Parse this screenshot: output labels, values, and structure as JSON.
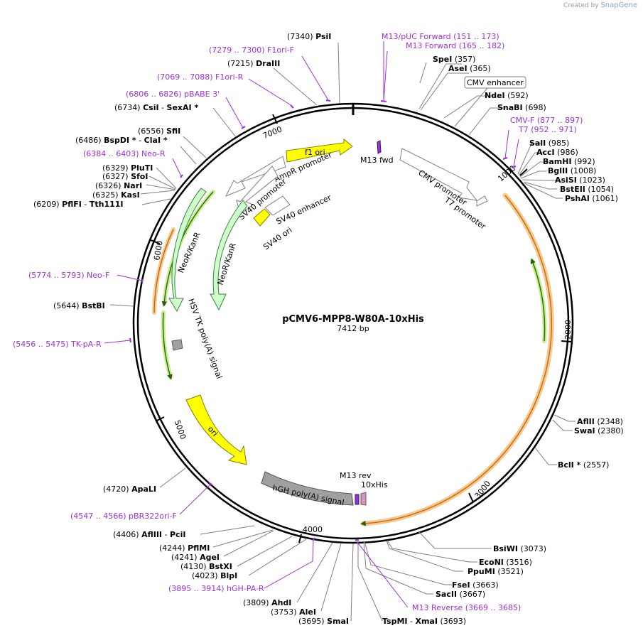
{
  "credit": {
    "prefix": "Created by",
    "brand": "SnapGene"
  },
  "plasmid": {
    "name": "pCMV6-MPP8-W80A-10xHis",
    "length_label": "7412 bp",
    "length": 7412
  },
  "colors": {
    "backbone": "#000000",
    "primer": "#9d2fdb",
    "feature_outline": "#808080",
    "yellow": "#ffff00",
    "green": "#ccffcc",
    "grey": "#a0a0a0",
    "orf_glow": "#f8c98a",
    "orf_line": "#d08020",
    "green_orf": "#80d060",
    "purple_box": "#8a3cc8",
    "pink_box": "#c89ab8"
  },
  "ticks": [
    "1000",
    "2000",
    "3000",
    "4000",
    "5000",
    "6000",
    "7000"
  ],
  "sites": [
    {
      "name": "PsiI",
      "pos": "(7340)",
      "side": "left"
    },
    {
      "name": "DraIII",
      "pos": "(7215)",
      "side": "left"
    },
    {
      "name": "CsiI",
      "extra": "SexAI *",
      "pos": "(6734)",
      "side": "left"
    },
    {
      "name": "SfiI",
      "pos": "(6556)",
      "side": "left"
    },
    {
      "name": "BspDI *",
      "extra": "ClaI *",
      "pos": "(6486)",
      "side": "left"
    },
    {
      "name": "PluTI",
      "pos": "(6329)",
      "side": "left"
    },
    {
      "name": "SfoI",
      "pos": "(6327)",
      "side": "left"
    },
    {
      "name": "NarI",
      "pos": "(6326)",
      "side": "left"
    },
    {
      "name": "KasI",
      "pos": "(6325)",
      "side": "left"
    },
    {
      "name": "PflFI",
      "extra": "Tth111I",
      "pos": "(6209)",
      "side": "left"
    },
    {
      "name": "BstBI",
      "pos": "(5644)",
      "side": "left"
    },
    {
      "name": "ApaLI",
      "pos": "(4720)",
      "side": "left"
    },
    {
      "name": "AflIII",
      "extra": "PciI",
      "pos": "(4406)",
      "side": "left"
    },
    {
      "name": "PflMI",
      "pos": "(4244)",
      "side": "left"
    },
    {
      "name": "AgeI",
      "pos": "(4241)",
      "side": "left"
    },
    {
      "name": "BstXI",
      "pos": "(4130)",
      "side": "left"
    },
    {
      "name": "BlpI",
      "pos": "(4023)",
      "side": "left"
    },
    {
      "name": "AhdI",
      "pos": "(3809)",
      "side": "left"
    },
    {
      "name": "AleI",
      "pos": "(3753)",
      "side": "left"
    },
    {
      "name": "SmaI",
      "pos": "(3695)",
      "side": "left"
    },
    {
      "name": "SpeI",
      "pos": "(357)",
      "side": "right"
    },
    {
      "name": "AseI",
      "pos": "(365)",
      "side": "right"
    },
    {
      "name": "NdeI",
      "pos": "(592)",
      "side": "right"
    },
    {
      "name": "SnaBI",
      "pos": "(698)",
      "side": "right"
    },
    {
      "name": "SalI",
      "pos": "(985)",
      "side": "right"
    },
    {
      "name": "AccI",
      "pos": "(986)",
      "side": "right"
    },
    {
      "name": "BamHI",
      "pos": "(992)",
      "side": "right"
    },
    {
      "name": "BglII",
      "pos": "(1008)",
      "side": "right"
    },
    {
      "name": "AsiSI",
      "pos": "(1023)",
      "side": "right"
    },
    {
      "name": "BstEII",
      "pos": "(1054)",
      "side": "right"
    },
    {
      "name": "PshAI",
      "pos": "(1061)",
      "side": "right"
    },
    {
      "name": "AflII",
      "pos": "(2348)",
      "side": "right"
    },
    {
      "name": "SwaI",
      "pos": "(2380)",
      "side": "right"
    },
    {
      "name": "BclI *",
      "pos": "(2557)",
      "side": "right"
    },
    {
      "name": "BsiWI",
      "pos": "(3073)",
      "side": "right"
    },
    {
      "name": "EcoNI",
      "pos": "(3516)",
      "side": "right"
    },
    {
      "name": "PpuMI",
      "pos": "(3521)",
      "side": "right"
    },
    {
      "name": "FseI",
      "pos": "(3663)",
      "side": "right"
    },
    {
      "name": "SacII",
      "pos": "(3667)",
      "side": "right"
    },
    {
      "name": "TspMI",
      "extra": "XmaI",
      "pos": "(3693)",
      "side": "right"
    }
  ],
  "primers": [
    {
      "label": "(7279 .. 7300)  F1ori-F"
    },
    {
      "label": "(7069 .. 7088)  F1ori-R"
    },
    {
      "label": "(6806 .. 6826)  pBABE 3'"
    },
    {
      "label": "(6384 .. 6403)  Neo-R"
    },
    {
      "label": "(5774 .. 5793)  Neo-F"
    },
    {
      "label": "(5456 .. 5475)  TK-pA-R"
    },
    {
      "label": "(4547 .. 4566)  pBR322ori-F"
    },
    {
      "label": "(3895 .. 3914)  hGH-PA-R"
    },
    {
      "label": "M13/pUC Forward    (151 .. 173)"
    },
    {
      "label": "M13 Forward    (165 .. 182)"
    },
    {
      "label": "CMV-F    (877 .. 897)"
    },
    {
      "label": "T7    (952 .. 971)"
    },
    {
      "label": "M13 Reverse    (3669 .. 3685)"
    }
  ],
  "features": {
    "cmv_enhancer_box": "CMV enhancer",
    "f1_ori": "f1 ori",
    "m13_fwd": "M13 fwd",
    "ampr_promoter": "AmpR promoter",
    "sv40_promoter": "SV40 promoter",
    "sv40_enhancer": "SV40 enhancer",
    "sv40_ori": "SV40 ori",
    "cmv_promoter": "CMV promoter",
    "t7_promoter": "T7 promoter",
    "neor_outer": "NeoR/KanR",
    "neor_inner": "NeoR/KanR",
    "hsv_tk": "HSV TK poly(A) signal",
    "ori": "ori",
    "hgh": "hGH poly(A) signal",
    "m13_rev": "M13 rev",
    "his": "10xHis"
  }
}
